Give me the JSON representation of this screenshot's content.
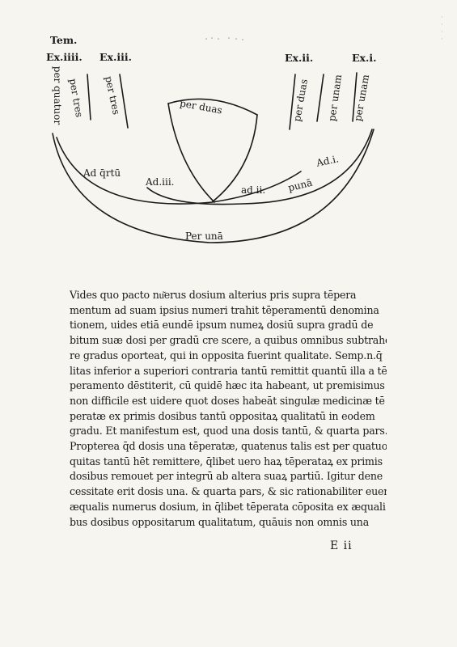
{
  "diagram": {
    "header_tem": "Tem.",
    "columns": {
      "ex_iiii": "Ex.iiii.",
      "ex_iii": "Ex.iii.",
      "ex_ii": "Ex.ii.",
      "ex_i": "Ex.i."
    },
    "vertical_labels": {
      "per_quatuor": "per quatuor",
      "per_tres_outer": "per tres",
      "per_tres_inner": "per tres",
      "per_duas_right": "per duas",
      "per_unam_inner": "per unam",
      "per_unam_outer": "per unam"
    },
    "arc_labels": {
      "per_duas_center": "per duas",
      "ad_quatuor": "Ad q̄rtū",
      "ad_iii": "Ad.iii.",
      "ad_ii": "ad.ii.",
      "puna": "punā",
      "ad_i": "Ad.i.",
      "per_una_bottom": "Per unā"
    }
  },
  "body_lines": [
    "Vides quo pacto nu͂erus dosium alterius pris supra tēpera",
    "mentum ad suam ipsius numeri trahit tēperamentū denomina",
    "tionem, uides etiā eundē ipsum numeꝝ dosiū supra gradū de",
    "bitum suæ dosi per gradū cre scere, a quibus omnibus subtrahe",
    "re gradus oporteat, qui in opposita fuerint qualitate. Semp.n.q̄",
    "litas inferior a superiori contraria tantū remittit quantū illa a tē",
    "peramento dēstiterit, cū quidē hæc ita habeant, ut premisimus",
    "non difficile est uidere quot doses habeāt singulæ medicinæ tē",
    "peratæ ex primis dosibus tantū oppositaꝝ qualitatū in eodem",
    "gradu. Et manifestum est, quod una dosis tantū, & quarta pars.",
    "Propterea q̄d dosis una tēperatæ, quatenus talis est per quatuor",
    "quitas tantū hēt remittere, q̄libet uero haꝝ tēperataꝝ ex primis",
    "dosibus remouet per integrū ab altera suaꝝ partiū. Igitur dene",
    "cessitate erit dosis una. & quarta pars, & sic rationabiliter euenit",
    "æqualis numerus dosium, in q̄libet tēperata cōposita ex æquali",
    "bus dosibus oppositarum qualitatum, quāuis non omnis una"
  ],
  "signature": "E ii"
}
